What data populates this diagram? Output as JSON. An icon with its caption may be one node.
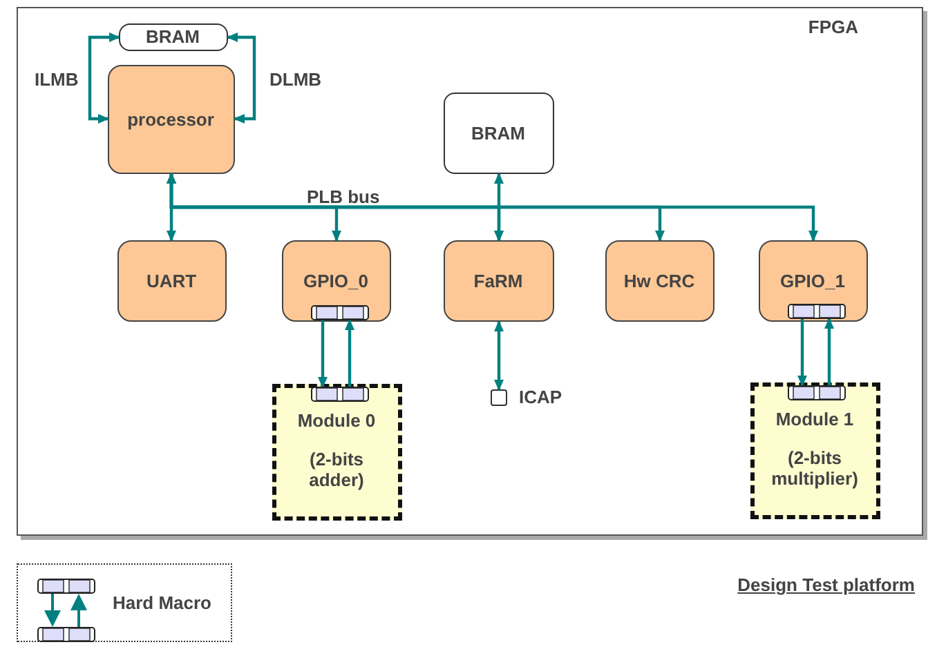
{
  "diagram": {
    "caption": "Design Test platform",
    "nodes": [
      {
        "text": [
          "FPGA"
        ]
      },
      {
        "text": [
          "BRAM"
        ],
        "in": 0
      },
      {
        "text": [
          "processor"
        ],
        "in": 0
      },
      {
        "text": [
          "BRAM"
        ],
        "in": 0
      },
      {
        "text": [
          "UART"
        ],
        "in": 0
      },
      {
        "text": [
          "GPIO_0"
        ],
        "in": 0
      },
      {
        "text": [
          "FaRM"
        ],
        "in": 0
      },
      {
        "text": [
          "Hw CRC"
        ],
        "in": 0
      },
      {
        "text": [
          "GPIO_1"
        ],
        "in": 0
      },
      {
        "text": [
          "Module 0",
          "(2-bits adder)"
        ],
        "in": 0
      },
      {
        "text": [],
        "shape": "box",
        "beside": [
          "ICAP"
        ],
        "in": 0
      },
      {
        "text": [
          "Module 1",
          "(2-bits multiplier)"
        ],
        "in": 0
      },
      {
        "text": [
          "Hard Macro"
        ]
      }
    ],
    "edges": [
      {
        "from": 1,
        "to": 2,
        "arrow": "both",
        "label": "ILMB"
      },
      {
        "from": 1,
        "to": 2,
        "arrow": "both",
        "label": "DLMB"
      },
      {
        "from": 2,
        "to": 4,
        "arrow": "both"
      },
      {
        "from": 2,
        "to": 5,
        "arrow": "both",
        "label": "PLB bus"
      },
      {
        "from": 2,
        "to": 6,
        "arrow": "both"
      },
      {
        "from": 2,
        "to": 7,
        "arrow": "both"
      },
      {
        "from": 2,
        "to": 8,
        "arrow": "both"
      },
      {
        "from": 3,
        "to": 6,
        "arrow": "both"
      },
      {
        "from": 5,
        "to": 9,
        "arrow": "to"
      },
      {
        "from": 9,
        "to": 5,
        "arrow": "to"
      },
      {
        "from": 6,
        "to": 10,
        "arrow": "both"
      },
      {
        "from": 8,
        "to": 11,
        "arrow": "to"
      },
      {
        "from": 11,
        "to": 8,
        "arrow": "to"
      }
    ]
  }
}
